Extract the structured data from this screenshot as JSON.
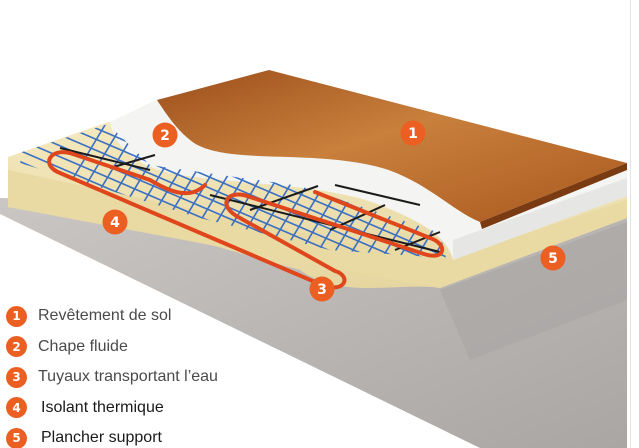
{
  "diagram": {
    "callouts": [
      {
        "number": "1",
        "layer": "wood"
      },
      {
        "number": "2",
        "layer": "screed"
      },
      {
        "number": "3",
        "layer": "pipe"
      },
      {
        "number": "4",
        "layer": "insulation"
      },
      {
        "number": "5",
        "layer": "slab"
      }
    ],
    "colors": {
      "accent": "#ec5f22",
      "wood": "#b8682a",
      "screed": "#f3f3f1",
      "insulation": "#efe2b0",
      "slab": "#b5b2b0",
      "mesh": "#3a6fc4",
      "pipe": "#e0461c"
    }
  },
  "legend": [
    {
      "number": "1",
      "label": "Revêtement de sol"
    },
    {
      "number": "2",
      "label": "Chape fluide"
    },
    {
      "number": "3",
      "label": "Tuyaux transportant l’eau"
    },
    {
      "number": "4",
      "label": "Isolant thermique"
    },
    {
      "number": "5",
      "label": "Plancher support"
    }
  ]
}
